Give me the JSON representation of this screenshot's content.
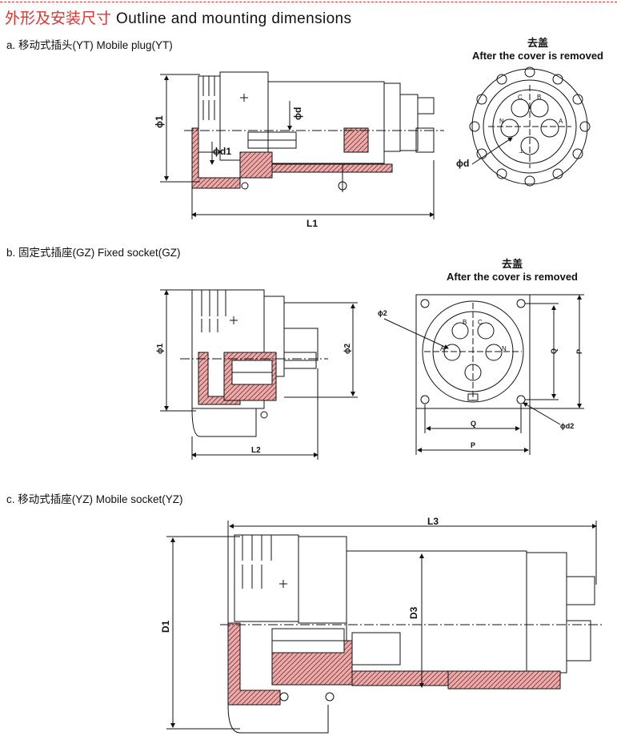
{
  "header": {
    "title_cn": "外形及安装尺寸",
    "title_en": "Outline and mounting dimensions"
  },
  "sections": {
    "a": {
      "title": "a. 移动式插头(YT)  Mobile plug(YT)",
      "cover_cn": "去盖",
      "cover_en": "After the cover is removed",
      "labels": {
        "phi1": "ϕ1",
        "phid": "ϕd",
        "phid1": "ϕd1",
        "L1": "L1",
        "phid_face": "ϕd"
      },
      "pins": [
        "C",
        "B",
        "N",
        "A",
        "⊥"
      ]
    },
    "b": {
      "title": "b. 固定式插座(GZ)  Fixed socket(GZ)",
      "cover_cn": "去盖",
      "cover_en": "After the cover is removed",
      "labels": {
        "phi1": "ϕ1",
        "phi2": "ϕ2",
        "L2": "L2",
        "phi2_face": "ϕ2",
        "Q": "Q",
        "P": "P",
        "Q_bottom": "Q",
        "P_bottom": "P",
        "phid2": "ϕd2"
      },
      "pins": [
        "B",
        "C",
        "A",
        "N"
      ]
    },
    "c": {
      "title": "c. 移动式插座(YZ)  Mobile socket(YZ)",
      "labels": {
        "L3": "L3",
        "D1": "D1",
        "D3": "D3"
      }
    }
  },
  "colors": {
    "accent": "#e3342f",
    "hatch_fill": "#f0a8a8",
    "line": "#111111"
  }
}
